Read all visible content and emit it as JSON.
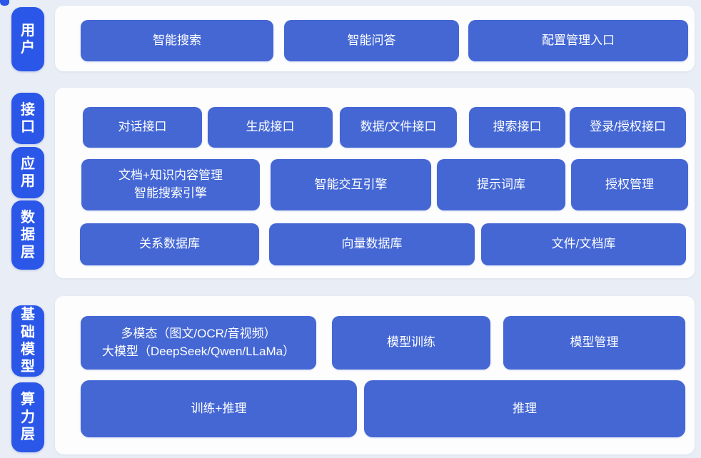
{
  "diagram": {
    "title": "AI platform architecture diagram",
    "colors": {
      "background": "#e9eef6",
      "panel": "#fdfdfe",
      "layer_pill_blue": "#2b57e8",
      "node_blue": "#4467d4",
      "text_white": "#ffffff"
    },
    "bands": [
      {
        "pills": [
          "用户"
        ],
        "rows": [
          [
            "智能搜索",
            "智能问答",
            "配置管理入口"
          ]
        ]
      },
      {
        "pills": [
          "接口",
          "应用",
          "数据层"
        ],
        "rows": [
          [
            "对话接口",
            "生成接口",
            "数据/文件接口",
            "搜索接口",
            "登录/授权接口"
          ],
          [
            "文档+知识内容管理\n智能搜索引擎",
            "智能交互引擎",
            "提示词库",
            "授权管理"
          ],
          [
            "关系数据库",
            "向量数据库",
            "文件/文档库"
          ]
        ]
      },
      {
        "pills": [
          "基础模型",
          "算力层"
        ],
        "rows": [
          [
            "多模态（图文/OCR/音视频）\n大模型（DeepSeek/Qwen/LLaMa）",
            "模型训练",
            "模型管理"
          ],
          [
            "训练+推理",
            "推理"
          ]
        ]
      }
    ]
  }
}
